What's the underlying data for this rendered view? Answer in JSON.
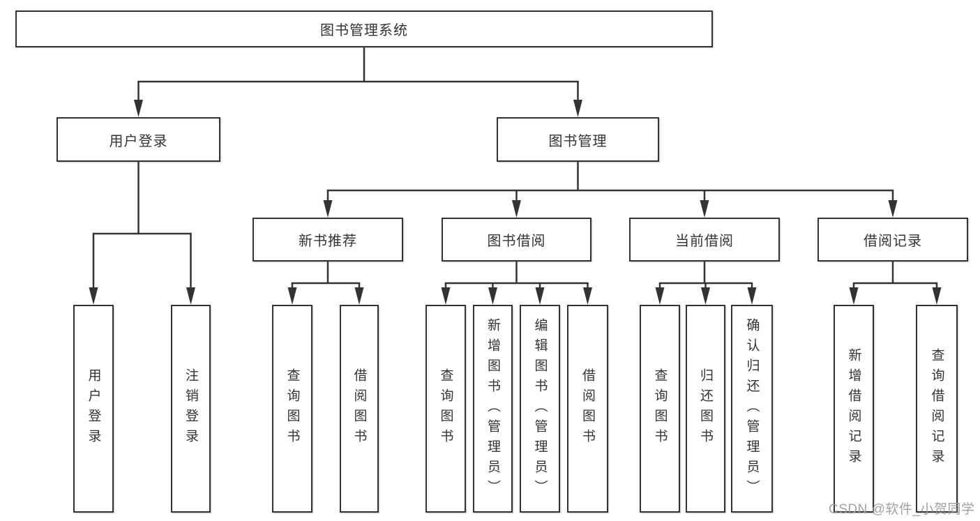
{
  "diagram": {
    "type": "tree",
    "title": "图书管理系统",
    "hierarchy": {
      "图书管理系统": {
        "用户登录": [
          "用户登录",
          "注销登录"
        ],
        "图书管理": {
          "新书推荐": [
            "查询图书",
            "借阅图书"
          ],
          "图书借阅": [
            "查询图书",
            "新增图书（管理员）",
            "编辑图书（管理员）",
            "借阅图书"
          ],
          "当前借阅": [
            "查询图书",
            "归还图书",
            "确认归还（管理员）"
          ],
          "借阅记录": [
            "新增借阅记录",
            "查询借阅记录"
          ]
        }
      }
    }
  },
  "nodes": {
    "root": {
      "label": "图书管理系统"
    },
    "login": {
      "label": "用户登录"
    },
    "mgmt": {
      "label": "图书管理"
    },
    "rec": {
      "label": "新书推荐"
    },
    "borrow": {
      "label": "图书借阅"
    },
    "current": {
      "label": "当前借阅"
    },
    "history": {
      "label": "借阅记录"
    },
    "u1": {
      "label": "用户登录"
    },
    "u2": {
      "label": "注销登录"
    },
    "n1": {
      "label": "查询图书"
    },
    "n2": {
      "label": "借阅图书"
    },
    "b1": {
      "label": "查询图书"
    },
    "b2": {
      "label": "新增图书（管理员）"
    },
    "b3": {
      "label": "编辑图书（管理员）"
    },
    "b4": {
      "label": "借阅图书"
    },
    "c1": {
      "label": "查询图书"
    },
    "c2": {
      "label": "归还图书"
    },
    "c3": {
      "label": "确认归还（管理员）"
    },
    "r1": {
      "label": "新增借阅记录"
    },
    "r2": {
      "label": "查询借阅记录"
    }
  },
  "watermark": {
    "text": "CSDN @软件_小贺同学"
  },
  "colors": {
    "line": "#333333",
    "box_border": "#333333",
    "text": "#333333",
    "watermark": "#9a9a9a",
    "background": "#ffffff"
  }
}
